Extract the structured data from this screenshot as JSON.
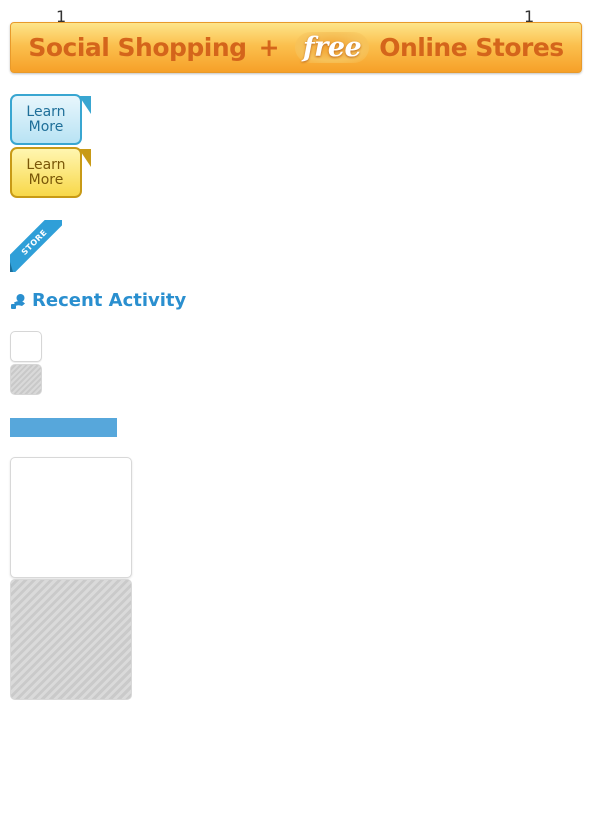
{
  "counters": {
    "left": "1",
    "right": "1"
  },
  "banner": {
    "part1": "Social Shopping",
    "plus": "+",
    "free": "free",
    "part2": "Online Stores"
  },
  "learn_more_blue": {
    "line1": "Learn",
    "line2": "More"
  },
  "learn_more_yellow": {
    "line1": "Learn",
    "line2": "More"
  },
  "store_ribbon": {
    "label": "STORE"
  },
  "recent_activity": {
    "title": "Recent Activity",
    "icon": "user-icon"
  },
  "colors": {
    "banner_text": "#d4651b",
    "heading": "#2a8fcf",
    "bar": "#57a7db",
    "ribbon": "#2f9fd8"
  }
}
